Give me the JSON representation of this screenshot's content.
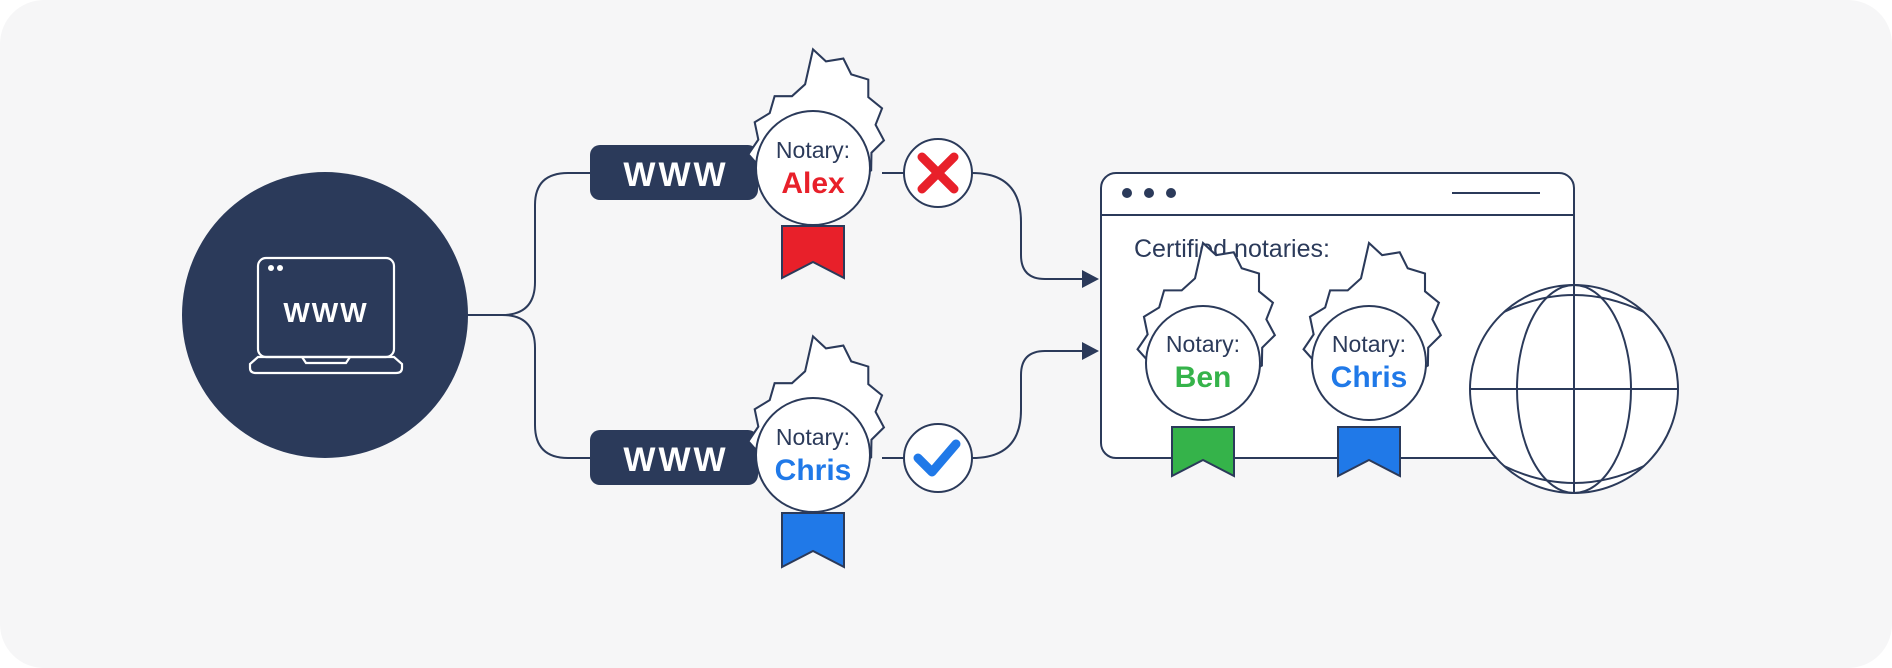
{
  "colors": {
    "navy": "#2b3a5a",
    "red": "#e8202a",
    "blue": "#2079e8",
    "green": "#35b34a",
    "background": "#f6f6f7"
  },
  "client": {
    "screen_text": "WWW",
    "icon": "laptop-icon"
  },
  "routes": {
    "top": {
      "site_label": "WWW",
      "notary_label": "Notary:",
      "notary_name": "Alex",
      "status": "rejected",
      "status_icon": "cross-icon"
    },
    "bottom": {
      "site_label": "WWW",
      "notary_label": "Notary:",
      "notary_name": "Chris",
      "status": "accepted",
      "status_icon": "check-icon"
    }
  },
  "browser": {
    "title": "Certified notaries:",
    "notaries": [
      {
        "label": "Notary:",
        "name": "Ben"
      },
      {
        "label": "Notary:",
        "name": "Chris"
      }
    ],
    "icon": "globe-icon"
  }
}
